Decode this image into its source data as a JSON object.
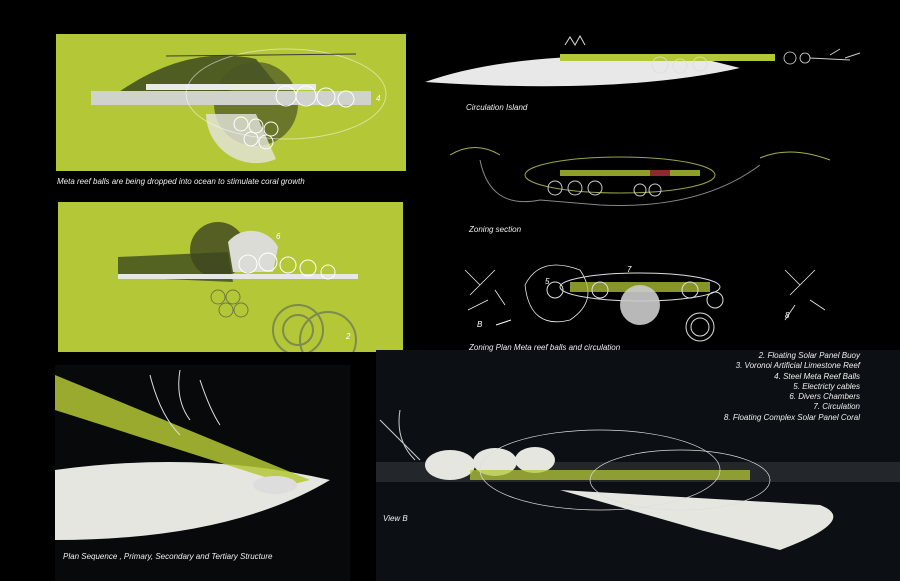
{
  "captions": {
    "panel1": "Meta reef balls are being dropped into ocean to stimulate coral growth",
    "circulation_island": "Circulation Island",
    "zoning_section": "Zoning section",
    "zoning_plan": "Zoning Plan Meta reef balls and circulation",
    "plan_sequence": "Plan Sequence , Primary, Secondary and Tertiary Structure",
    "view_b": "View B"
  },
  "markers": {
    "n4": "4",
    "n6": "6",
    "n2": "2",
    "n5": "5",
    "n7": "7",
    "n8": "8",
    "b": "B"
  },
  "legend": [
    "2. Floating Solar Panel Buoy",
    "3. Voronoi Artificial Limestone Reef",
    "4. Steel Meta Reef Balls",
    "5. Electricty cables",
    "6. Divers Chambers",
    "7. Circulation",
    "8. Floating Complex Solar Panel Coral"
  ],
  "colors": {
    "panel_green": "#b4c736",
    "background": "#000000"
  }
}
